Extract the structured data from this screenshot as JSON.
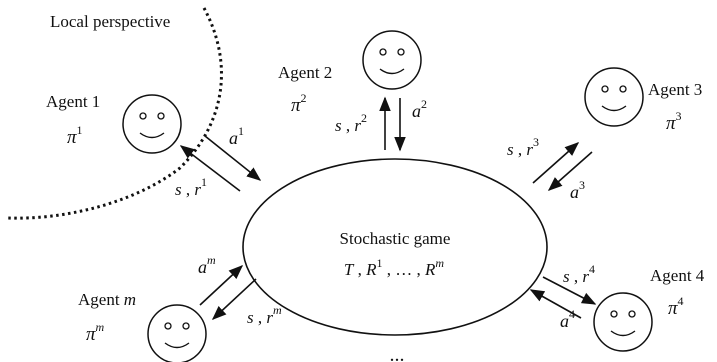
{
  "region_label": "Local perspective",
  "center": {
    "title": "Stochastic game",
    "T": "T",
    "R": "R",
    "sup1": "1",
    "ellipsis": "…",
    "supm": "m"
  },
  "agents": [
    {
      "id": "1",
      "name": "Agent 1",
      "policy": "π",
      "policy_sup": "1",
      "action": "a",
      "action_sup": "1",
      "reward_sup": "1"
    },
    {
      "id": "2",
      "name": "Agent 2",
      "policy": "π",
      "policy_sup": "2",
      "action": "a",
      "action_sup": "2",
      "reward_sup": "2"
    },
    {
      "id": "3",
      "name": "Agent 3",
      "policy": "π",
      "policy_sup": "3",
      "action": "a",
      "action_sup": "3",
      "reward_sup": "3"
    },
    {
      "id": "4",
      "name": "Agent 4",
      "policy": "π",
      "policy_sup": "4",
      "action": "a",
      "action_sup": "4",
      "reward_sup": "4"
    },
    {
      "id": "m",
      "name": "Agent ",
      "name_var": "m",
      "policy": "π",
      "policy_sup": "m",
      "action": "a",
      "action_sup": "m",
      "reward_sup": "m"
    }
  ],
  "state_reward": {
    "s": "s",
    "sep": " , ",
    "r": "r"
  },
  "more_agents": "...",
  "colors": {
    "stroke": "#111111",
    "background": "#ffffff"
  }
}
